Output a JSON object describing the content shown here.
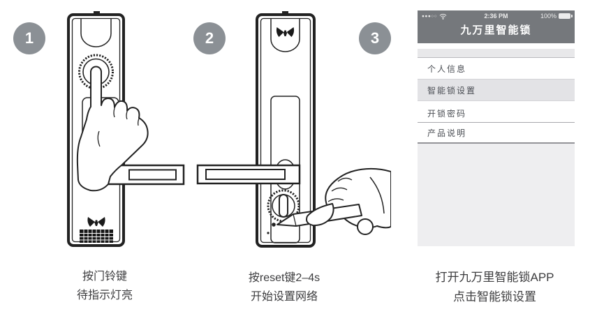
{
  "steps": [
    {
      "number": "1",
      "caption": [
        "按门铃键",
        "待指示灯亮"
      ]
    },
    {
      "number": "2",
      "caption": [
        "按reset键2–4s",
        "开始设置网络"
      ]
    },
    {
      "number": "3",
      "caption": [
        "打开九万里智能锁APP",
        "点击智能锁设置"
      ]
    }
  ],
  "phone": {
    "status": {
      "signal_dots": "●●●○○",
      "time": "2:36 PM",
      "battery_percent": "100%"
    },
    "app_title": "九万里智能锁",
    "menu": [
      {
        "label": "个人信息"
      },
      {
        "label": "智能锁设置"
      },
      {
        "label": "开锁密码"
      },
      {
        "label": "产品说明"
      }
    ],
    "highlighted_item": "智能锁设置"
  },
  "icons": {
    "wifi": "wifi-icon",
    "battery": "battery-icon",
    "signal": "signal-dots-icon",
    "logo": "butterfly-logo-icon"
  },
  "colors": {
    "phone_header": "#75787c",
    "badge": "#8b9095",
    "highlight_row": "#e3e3e6",
    "content_panel": "#eeeef0",
    "line_art": "#222222",
    "caption_text": "#3c3c3e"
  }
}
